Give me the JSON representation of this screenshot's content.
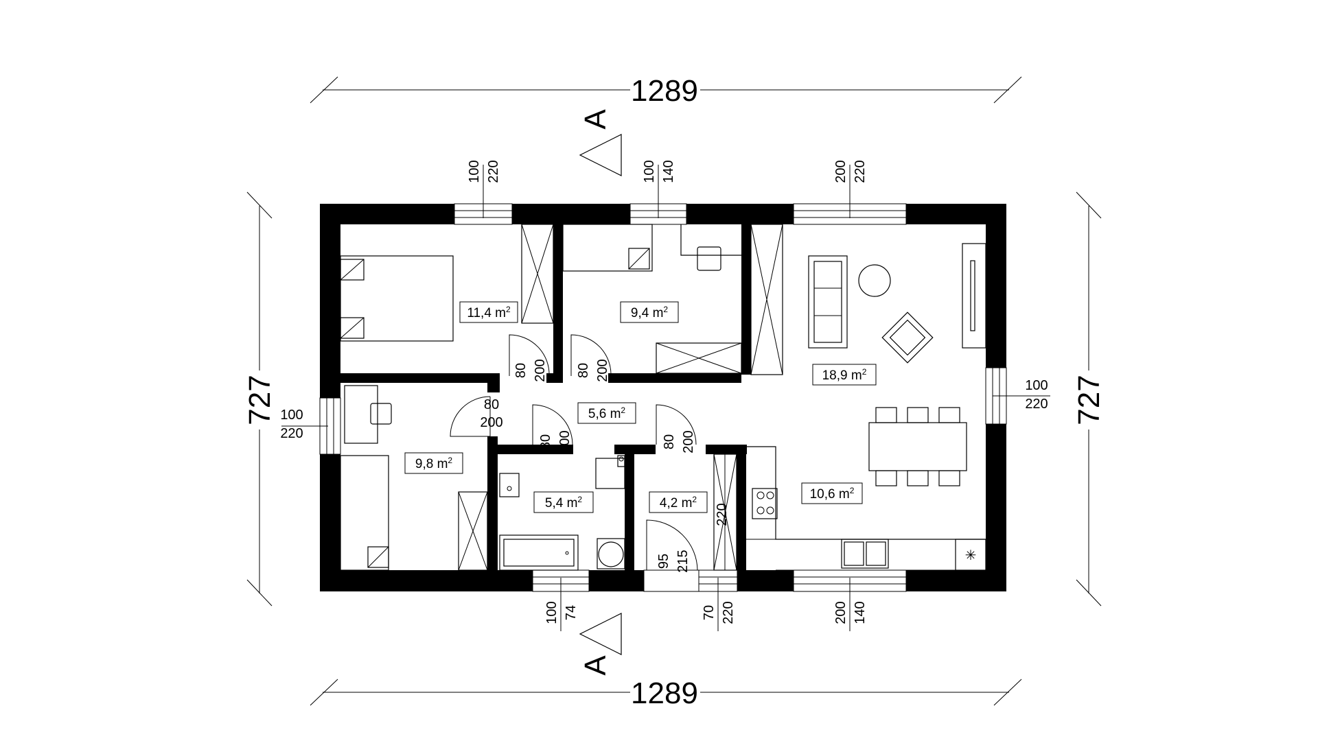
{
  "dimensions": {
    "top_width": "1289",
    "bottom_width": "1289",
    "left_height": "727",
    "right_height": "727"
  },
  "section_mark": {
    "top": "A",
    "bottom": "A"
  },
  "rooms": {
    "bedroom_1": "11,4 m",
    "bedroom_2": "9,4 m",
    "living": "18,9 m",
    "study": "9,8 m",
    "hall": "5,6 m",
    "bathroom": "5,4 m",
    "utility": "4,2 m",
    "kitchen": "10,6 m",
    "unit_sup": "2"
  },
  "windows": {
    "top_1": [
      "100",
      "220"
    ],
    "top_2": [
      "100",
      "140"
    ],
    "top_3": [
      "200",
      "220"
    ],
    "left_1": [
      "100",
      "220"
    ],
    "right_1": [
      "100",
      "220"
    ],
    "bottom_1": [
      "100",
      "74"
    ],
    "bottom_2": [
      "70",
      "220"
    ],
    "bottom_3": [
      "200",
      "140"
    ]
  },
  "doors": {
    "bedroom_1": [
      "80",
      "200"
    ],
    "bedroom_2": [
      "80",
      "200"
    ],
    "study": [
      "80",
      "200"
    ],
    "bathroom": [
      "80",
      "200"
    ],
    "utility": [
      "80",
      "200"
    ],
    "entrance": [
      "95",
      "215"
    ],
    "sliding": "220"
  }
}
